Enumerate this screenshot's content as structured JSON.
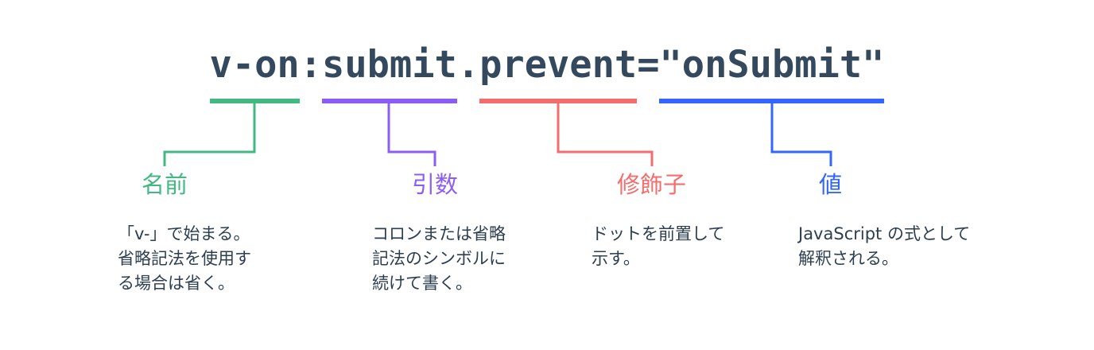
{
  "code": {
    "full_text": "v-on:submit.prevent=\"onSubmit\"",
    "segments": [
      {
        "text": "v-on"
      },
      {
        "text": ":"
      },
      {
        "text": "submit"
      },
      {
        "text": "."
      },
      {
        "text": "prevent"
      },
      {
        "text": "="
      },
      {
        "text": "\"onSubmit\""
      }
    ]
  },
  "colors": {
    "name": "#42b883",
    "argument": "#8b5cf6",
    "modifiers": "#f56c6c",
    "value": "#3366ff",
    "code_text": "#35495e",
    "description_text": "#2c3e50",
    "background": "#ffffff"
  },
  "annotations": {
    "name": {
      "label": "名前",
      "description_lines": [
        "「v-」で始まる。",
        "省略記法を使用す",
        "る場合は省く。"
      ]
    },
    "argument": {
      "label": "引数",
      "description_lines": [
        "コロンまたは省略",
        "記法のシンボルに",
        "続けて書く。"
      ]
    },
    "modifiers": {
      "label": "修飾子",
      "description_lines": [
        "ドットを前置して",
        "示す。"
      ]
    },
    "value": {
      "label": "値",
      "description_lines": [
        "JavaScript の式として",
        "解釈される。"
      ]
    }
  }
}
